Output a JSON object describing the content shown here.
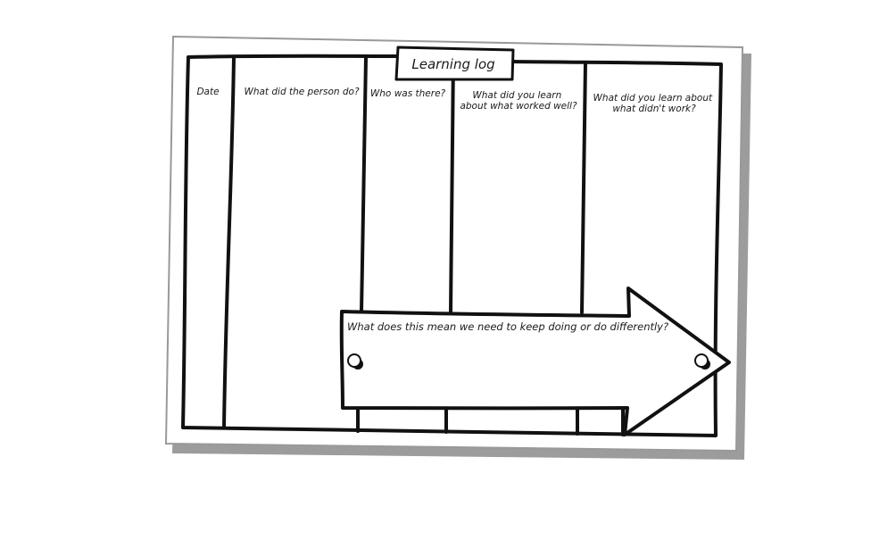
{
  "title": "Learning log",
  "columns": [
    {
      "id": "date",
      "lines": [
        "Date"
      ]
    },
    {
      "id": "person",
      "lines": [
        "What did the person do?"
      ]
    },
    {
      "id": "who",
      "lines": [
        "Who was there?"
      ]
    },
    {
      "id": "worked",
      "lines": [
        "What did you learn",
        "about what worked well?"
      ]
    },
    {
      "id": "didnt",
      "lines": [
        "What did you learn about",
        "what didn't work?"
      ]
    }
  ],
  "arrow": {
    "text": "What does this mean we need to keep doing or do differently?"
  },
  "colors": {
    "paper": "#ffffff",
    "paper_border": "#999999",
    "shadow": "#9c9c9c",
    "ink": "#111111"
  }
}
